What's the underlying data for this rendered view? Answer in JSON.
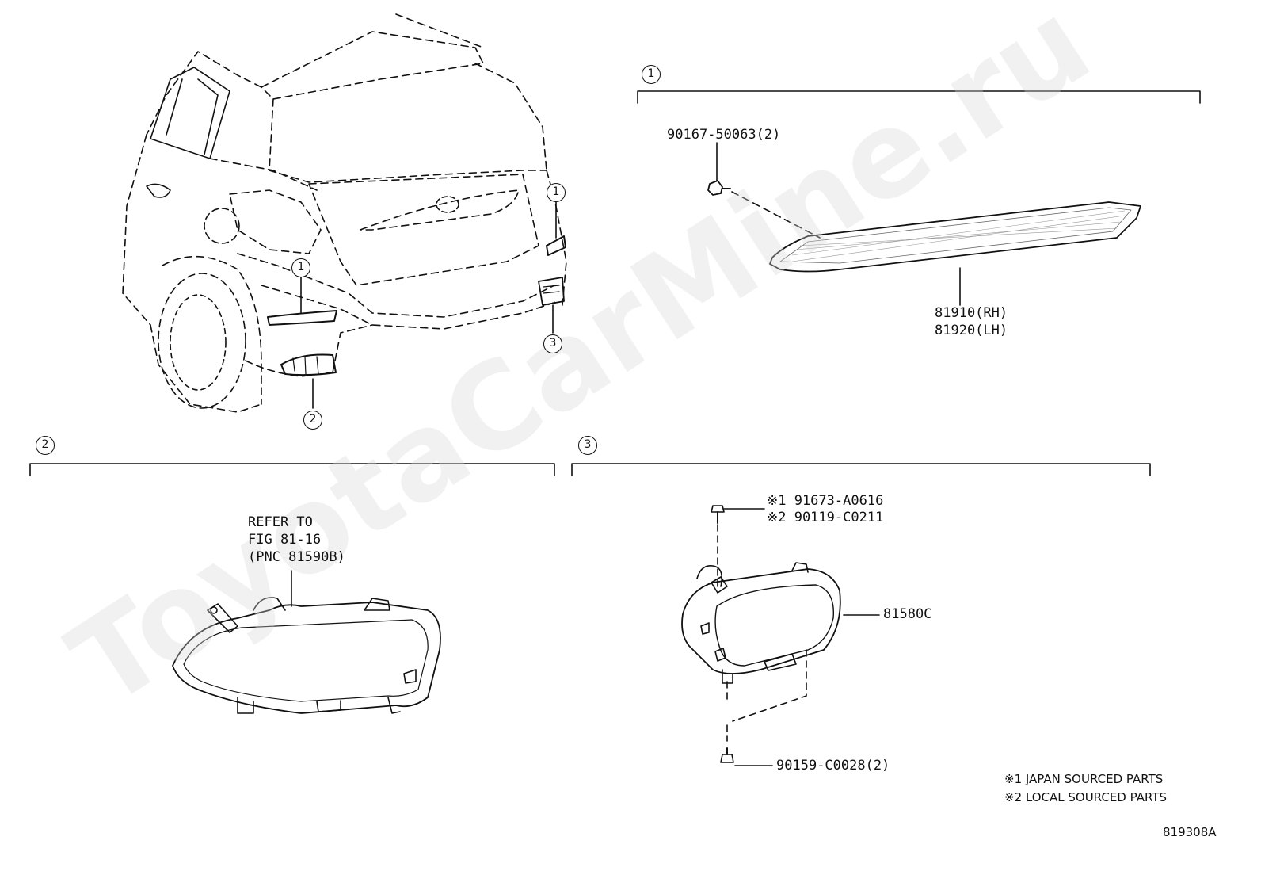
{
  "watermark": "ToyotaCarMine.ru",
  "sections": [
    {
      "id": "1",
      "label": "1"
    },
    {
      "id": "2",
      "label": "2"
    },
    {
      "id": "3",
      "label": "3"
    }
  ],
  "overview_callouts": {
    "c1a": "1",
    "c1b": "1",
    "c2": "2",
    "c3": "3"
  },
  "section1": {
    "bolt_pn": "90167-50063(2)",
    "reflector_rh": "81910(RH)",
    "reflector_lh": "81920(LH)"
  },
  "section2": {
    "refer_lines": [
      "REFER TO",
      "FIG 81-16",
      "(PNC 81590B)"
    ]
  },
  "section3": {
    "screw1": "※1 91673-A0616",
    "screw2": "※2 90119-C0211",
    "lamp_pn": "81580C",
    "screw_bottom": "90159-C0028(2)"
  },
  "notes": {
    "n1": "※1 JAPAN SOURCED PARTS",
    "n2": "※2 LOCAL SOURCED PARTS"
  },
  "figure_id": "819308A"
}
